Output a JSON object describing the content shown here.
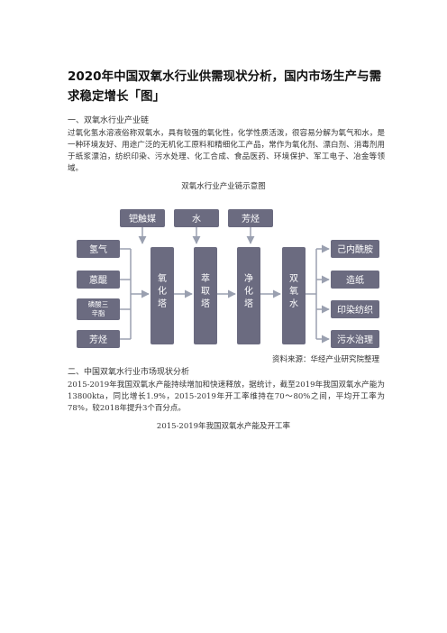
{
  "title": "2020年中国双氧水行业供需现状分析，国内市场生产与需求稳定增长「图」",
  "section1": {
    "heading": "一、双氧水行业产业链",
    "body": "过氧化氢水溶液俗称双氧水，具有较强的氧化性，化学性质活泼，很容易分解为氧气和水，是一种环境友好、用途广泛的无机化工原料和精细化工产品，常作为氧化剂、漂白剂、消毒剂用于纸浆漂泊，纺织印染、污水处理、化工合成、食品医药、环境保护、军工电子、冶金等领域。",
    "figure_caption": "双氧水行业产业链示意图"
  },
  "diagram": {
    "top_inputs": [
      "钯触媒",
      "水",
      "芳烃"
    ],
    "left_inputs": [
      "氢气",
      "蒽醌",
      "磷酸三辛脂",
      "芳烃"
    ],
    "stages": [
      "氧化塔",
      "萃取塔",
      "净化塔"
    ],
    "product": "双氧水",
    "outputs": [
      "己内酰胺",
      "造纸",
      "印染纺织",
      "污水治理"
    ],
    "colors": {
      "box_fill": "#6b6b80",
      "box_text": "#ffffff",
      "arrow": "#9aa0b0"
    }
  },
  "source": "资料来源：华经产业研究院整理",
  "section2": {
    "heading": "二、中国双氧水行业市场现状分析",
    "body": "2015-2019年我国双氧水产能持续增加和快速释放，据统计，截至2019年我国双氧水产能为13800kta，同比增长1.9%，2015-2019年开工率维持在70～80%之间，平均开工率为78%，较2018年提升3个百分点。",
    "figure_caption": "2015-2019年我国双氧水产能及开工率"
  }
}
